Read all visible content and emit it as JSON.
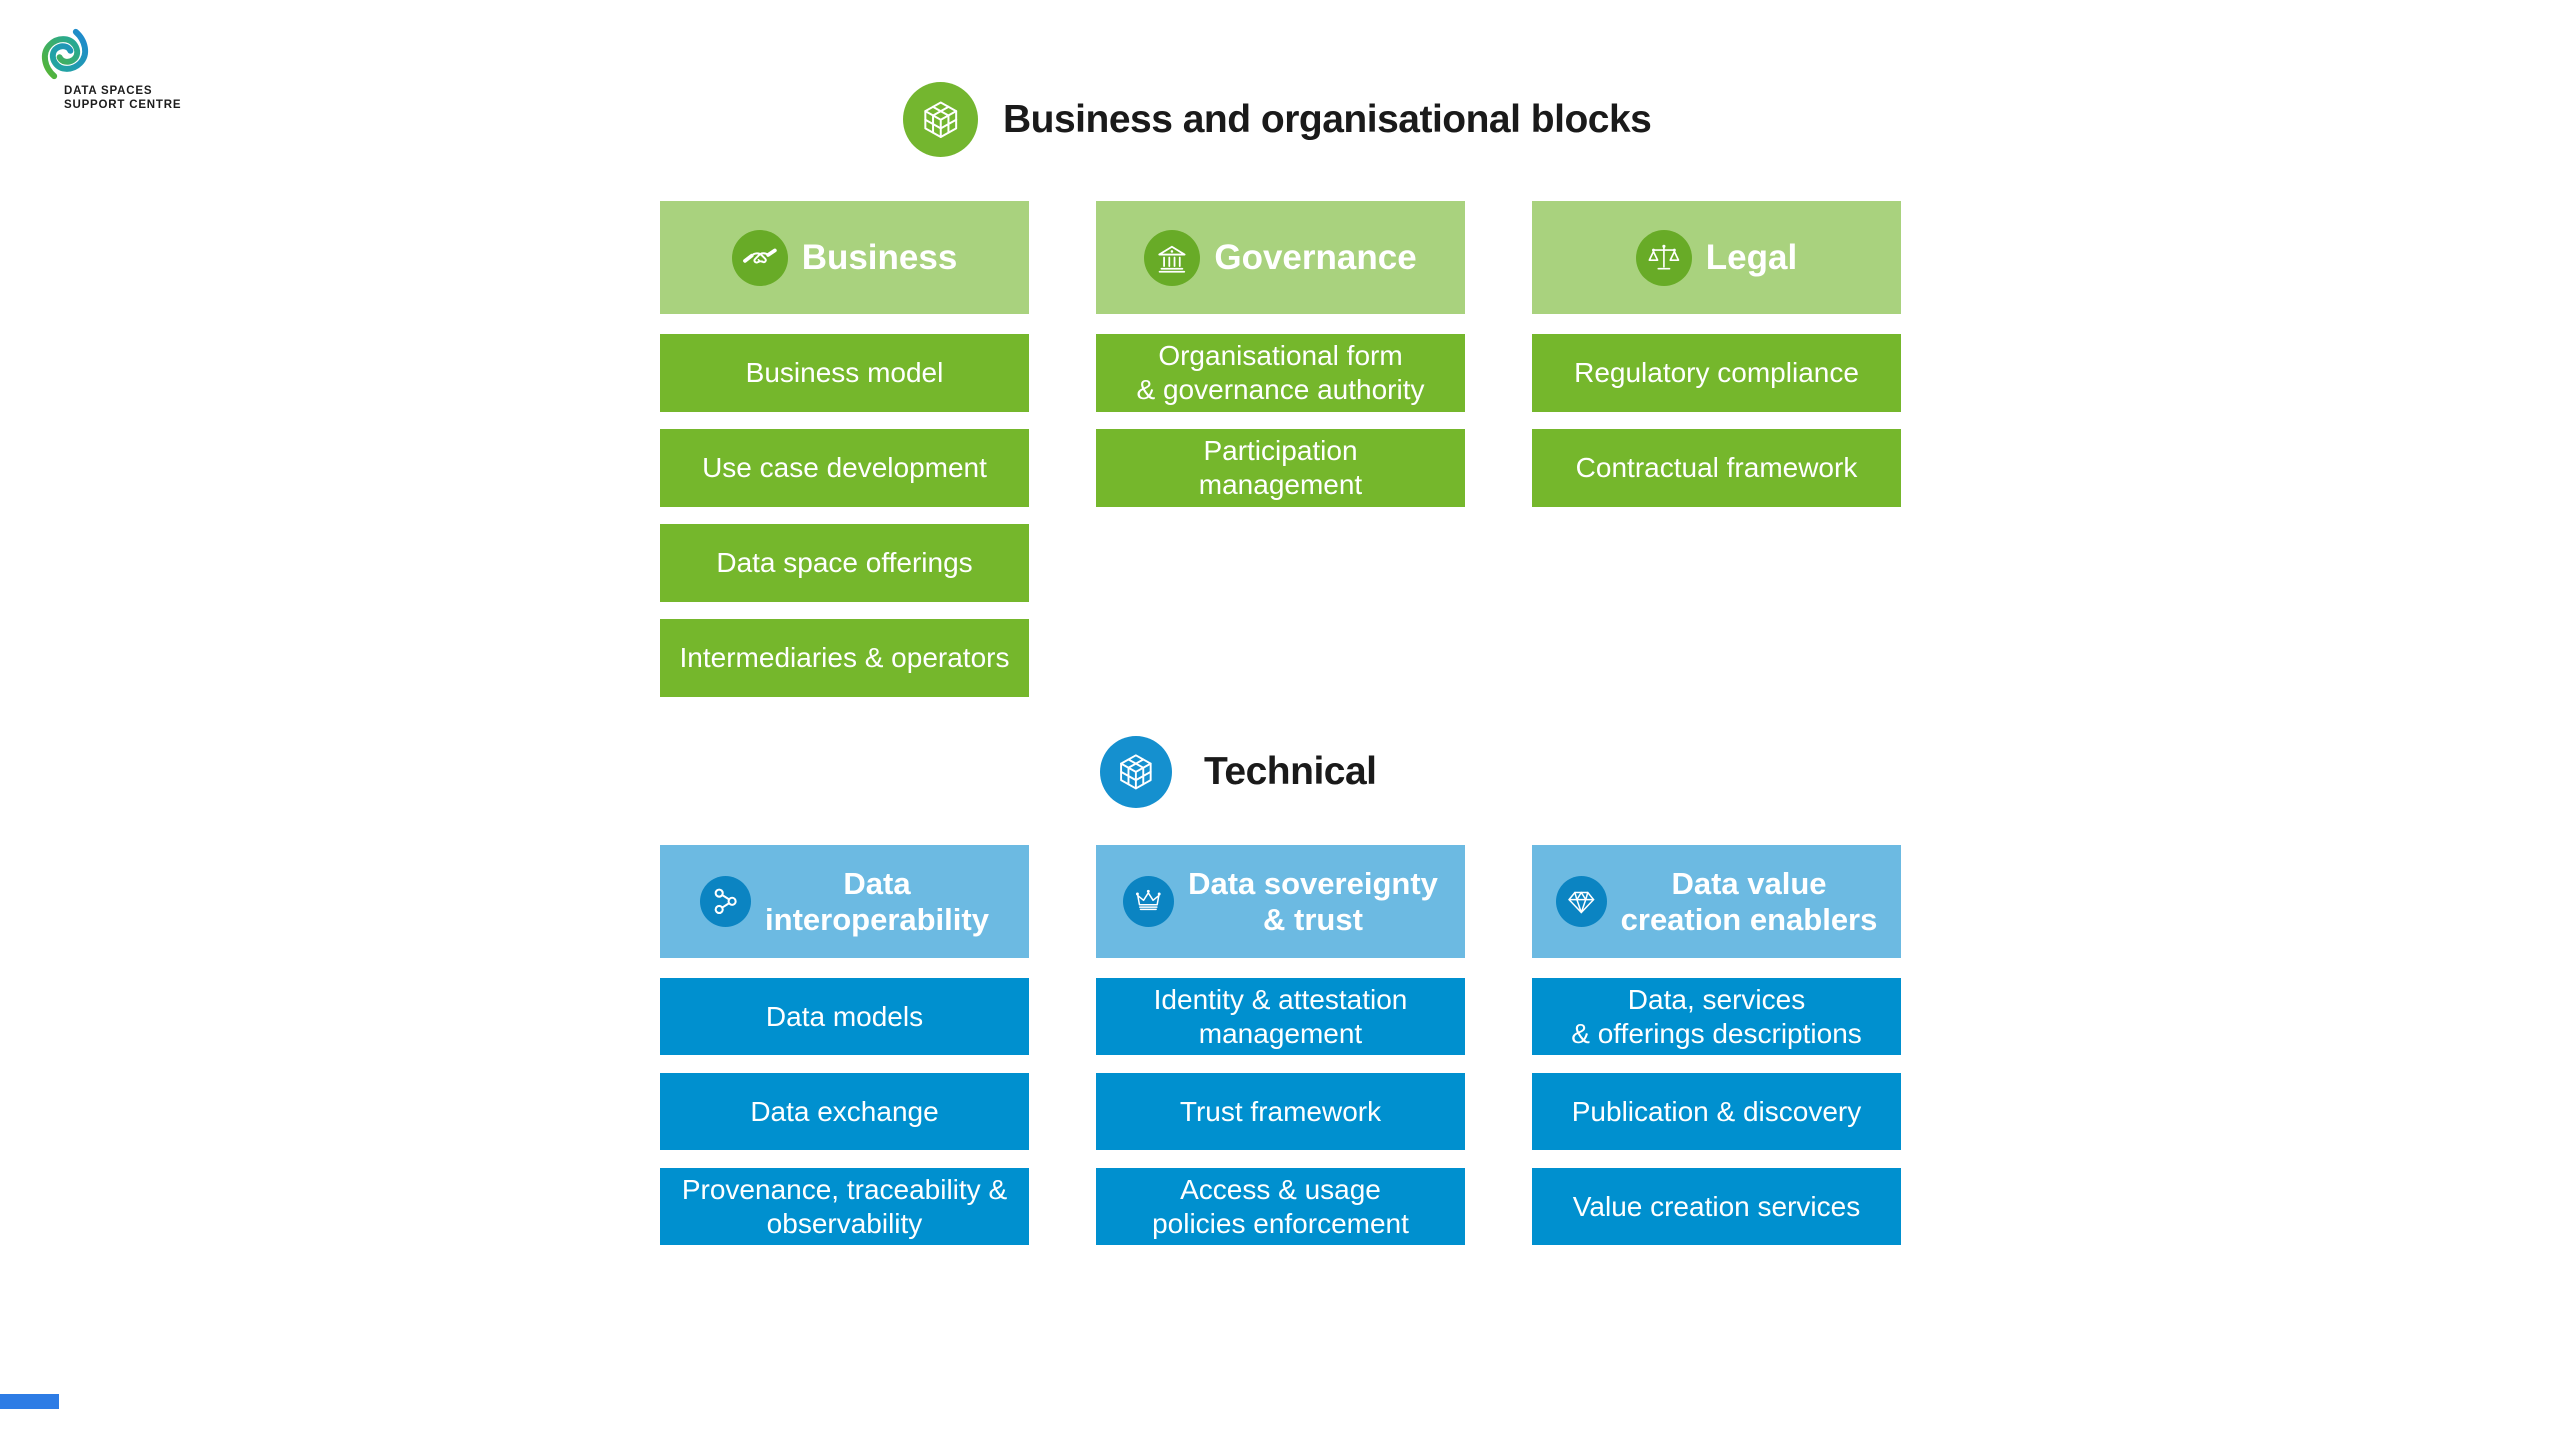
{
  "theme": {
    "green_light": "#a9d27e",
    "green": "#75b72c",
    "green_circle": "#68ab27",
    "green_title_circle": "#74b62f",
    "blue_light": "#6cbae2",
    "blue": "#0090cf",
    "blue_circle": "#0b84c2",
    "blue_title_circle": "#1590cf",
    "title_text": "#1a1a1a",
    "logo_text": "#1c1c1c",
    "footer_bar": "#2d7ce5"
  },
  "logo": {
    "line1": "DATA SPACES",
    "line2": "SUPPORT CENTRE",
    "mark_icon": "dssc-swirl-icon"
  },
  "sections": [
    {
      "id": "business-and-organisational",
      "title": "Business and organisational blocks",
      "title_icon": "cube-icon",
      "columns": [
        {
          "label": "Business",
          "icon": "handshake-icon",
          "rows": [
            "Business model",
            "Use case development",
            "Data space offerings",
            "Intermediaries & operators"
          ]
        },
        {
          "label": "Governance",
          "icon": "bank-icon",
          "rows": [
            "Organisational form\n& governance authority",
            "Participation\nmanagement"
          ]
        },
        {
          "label": "Legal",
          "icon": "scales-icon",
          "rows": [
            "Regulatory compliance",
            "Contractual framework"
          ]
        }
      ]
    },
    {
      "id": "technical",
      "title": "Technical",
      "title_icon": "cube-icon",
      "columns": [
        {
          "label": "Data\ninteroperability",
          "icon": "share-nodes-icon",
          "rows": [
            "Data models",
            "Data exchange",
            "Provenance, traceability &\nobservability"
          ]
        },
        {
          "label": "Data sovereignty\n& trust",
          "icon": "crown-icon",
          "rows": [
            "Identity & attestation\nmanagement",
            "Trust framework",
            "Access & usage\npolicies enforcement"
          ]
        },
        {
          "label": "Data value\ncreation enablers",
          "icon": "diamond-icon",
          "rows": [
            "Data, services\n& offerings descriptions",
            "Publication & discovery",
            "Value creation services"
          ]
        }
      ]
    }
  ]
}
